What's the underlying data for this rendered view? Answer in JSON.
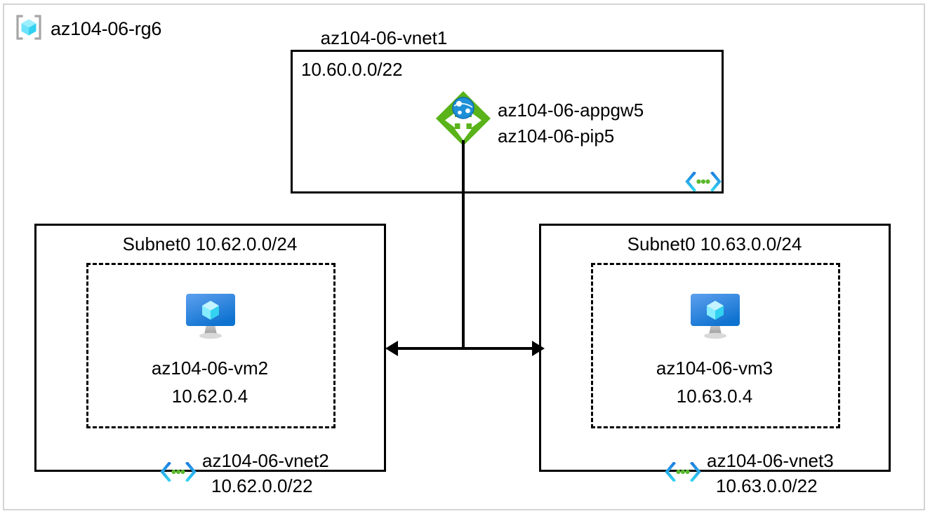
{
  "diagram": {
    "type": "azure-network-architecture",
    "resource_group": {
      "name": "az104-06-rg6",
      "icon": "resource-group-cube-icon"
    },
    "vnet1": {
      "title": "az104-06-vnet1",
      "cidr": "10.60.0.0/22",
      "vnet_icon": "virtual-network-icon",
      "gateway": {
        "icon": "application-gateway-icon",
        "line1": "az104-06-appgw5",
        "line2": "az104-06-pip5"
      }
    },
    "vnet2": {
      "subnet_label": "Subnet0 10.62.0.0/24",
      "vm": {
        "icon": "virtual-machine-icon",
        "name": "az104-06-vm2",
        "ip": "10.62.0.4"
      },
      "vnet_icon": "virtual-network-icon",
      "name": "az104-06-vnet2",
      "cidr": "10.62.0.0/22"
    },
    "vnet3": {
      "subnet_label": "Subnet0 10.63.0.0/24",
      "vm": {
        "icon": "virtual-machine-icon",
        "name": "az104-06-vm3",
        "ip": "10.63.0.4"
      },
      "vnet_icon": "virtual-network-icon",
      "name": "az104-06-vnet3",
      "cidr": "10.63.0.0/22"
    },
    "connectors": {
      "peering_arrow": "bidirectional-peering-arrow",
      "gateway_link": "gateway-vertical-connector"
    },
    "colors": {
      "background": "#ffffff",
      "line": "#000000",
      "rg_border": "#d4d4d4",
      "gateway_green": "#59b319",
      "vnet_blue": "#1e7fe0",
      "vnet_cyan": "#32d2f0",
      "vnet_dot_green": "#5ab92d",
      "vm_blue_light": "#5ea0ef",
      "vm_blue_dark": "#1072d0",
      "cube_cyan": "#50e6ff",
      "stand_gray": "#b3b3b3"
    }
  }
}
